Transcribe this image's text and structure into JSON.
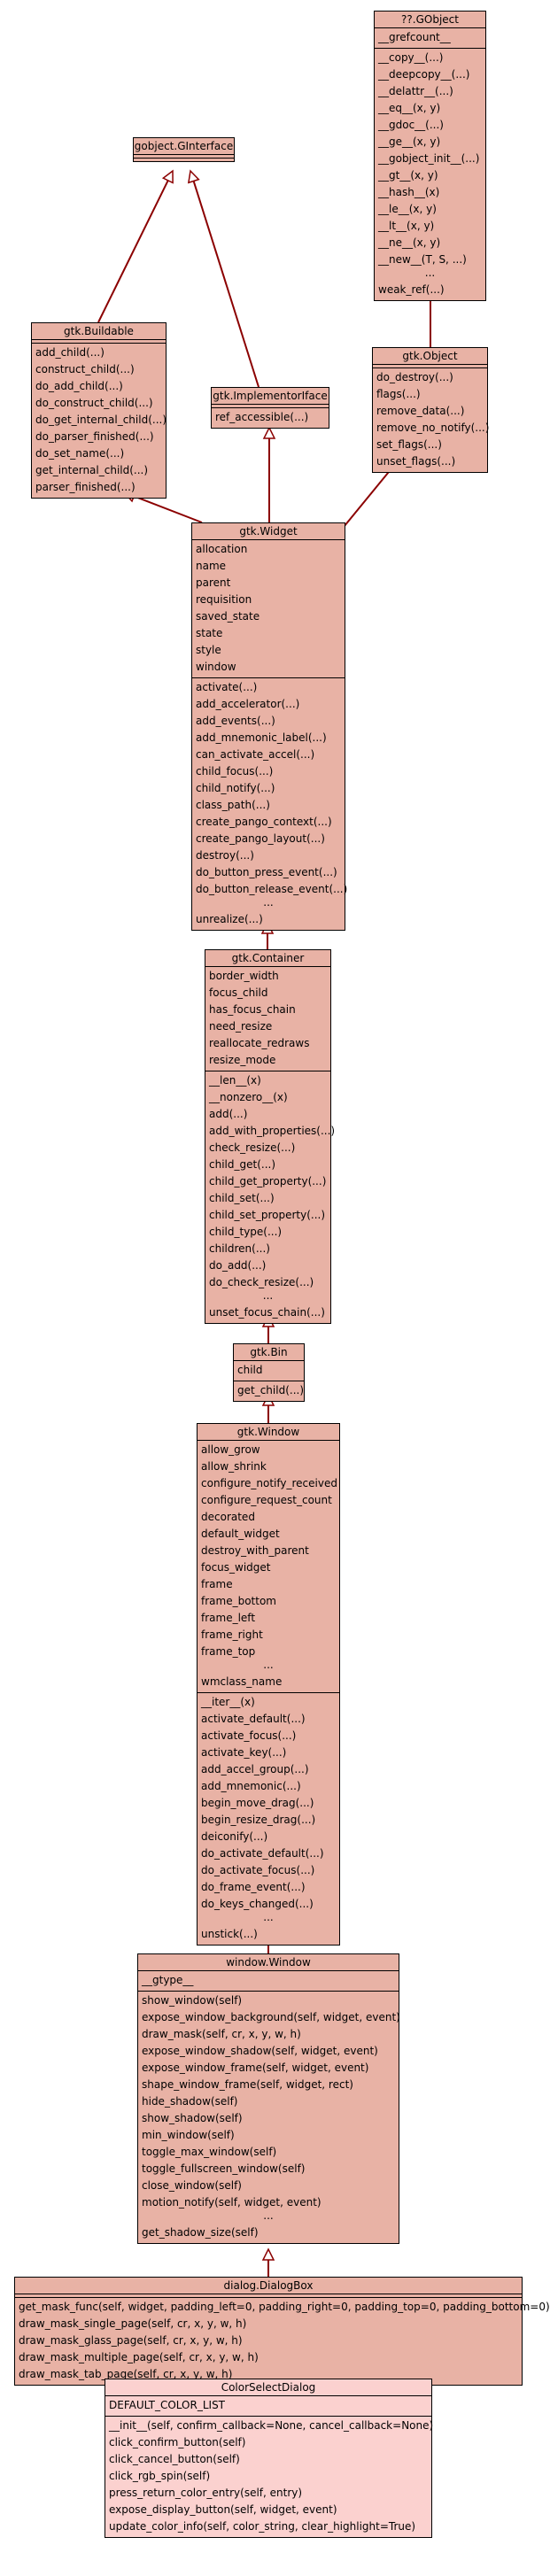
{
  "nodes": [
    {
      "id": "gobject_ginterface",
      "title": "gobject.GInterface",
      "attrs": [],
      "methods": [],
      "dots": false
    },
    {
      "id": "gobject",
      "title": "??.GObject",
      "attrs": [
        "__grefcount__"
      ],
      "methods": [
        "__copy__(...)",
        "__deepcopy__(...)",
        "__delattr__(...)",
        "__eq__(x, y)",
        "__gdoc__(...)",
        "__ge__(x, y)",
        "__gobject_init__(...)",
        "__gt__(x, y)",
        "__hash__(x)",
        "__le__(x, y)",
        "__lt__(x, y)",
        "__ne__(x, y)",
        "__new__(T, S, ...)",
        "weak_ref(...)"
      ],
      "dots": true
    },
    {
      "id": "gtk_buildable",
      "title": "gtk.Buildable",
      "attrs": [],
      "methods": [
        "add_child(...)",
        "construct_child(...)",
        "do_add_child(...)",
        "do_construct_child(...)",
        "do_get_internal_child(...)",
        "do_parser_finished(...)",
        "do_set_name(...)",
        "get_internal_child(...)",
        "parser_finished(...)"
      ],
      "dots": false
    },
    {
      "id": "gtk_implementoriface",
      "title": "gtk.ImplementorIface",
      "attrs": [],
      "methods": [
        "ref_accessible(...)"
      ],
      "dots": false
    },
    {
      "id": "gtk_object",
      "title": "gtk.Object",
      "attrs": [],
      "methods": [
        "do_destroy(...)",
        "flags(...)",
        "remove_data(...)",
        "remove_no_notify(...)",
        "set_flags(...)",
        "unset_flags(...)"
      ],
      "dots": false
    },
    {
      "id": "gtk_widget",
      "title": "gtk.Widget",
      "attrs": [
        "allocation",
        "name",
        "parent",
        "requisition",
        "saved_state",
        "state",
        "style",
        "window"
      ],
      "methods": [
        "activate(...)",
        "add_accelerator(...)",
        "add_events(...)",
        "add_mnemonic_label(...)",
        "can_activate_accel(...)",
        "child_focus(...)",
        "child_notify(...)",
        "class_path(...)",
        "create_pango_context(...)",
        "create_pango_layout(...)",
        "destroy(...)",
        "do_button_press_event(...)",
        "do_button_release_event(...)",
        "unrealize(...)"
      ],
      "dots": true
    },
    {
      "id": "gtk_container",
      "title": "gtk.Container",
      "attrs": [
        "border_width",
        "focus_child",
        "has_focus_chain",
        "need_resize",
        "reallocate_redraws",
        "resize_mode"
      ],
      "methods": [
        "__len__(x)",
        "__nonzero__(x)",
        "add(...)",
        "add_with_properties(...)",
        "check_resize(...)",
        "child_get(...)",
        "child_get_property(...)",
        "child_set(...)",
        "child_set_property(...)",
        "child_type(...)",
        "children(...)",
        "do_add(...)",
        "do_check_resize(...)",
        "unset_focus_chain(...)"
      ],
      "dots": true
    },
    {
      "id": "gtk_bin",
      "title": "gtk.Bin",
      "attrs": [
        "child"
      ],
      "methods": [
        "get_child(...)"
      ],
      "dots": false
    },
    {
      "id": "gtk_window",
      "title": "gtk.Window",
      "attrs": [
        "allow_grow",
        "allow_shrink",
        "configure_notify_received",
        "configure_request_count",
        "decorated",
        "default_widget",
        "destroy_with_parent",
        "focus_widget",
        "frame",
        "frame_bottom",
        "frame_left",
        "frame_right",
        "frame_top",
        "wmclass_name"
      ],
      "methods": [
        "__iter__(x)",
        "activate_default(...)",
        "activate_focus(...)",
        "activate_key(...)",
        "add_accel_group(...)",
        "add_mnemonic(...)",
        "begin_move_drag(...)",
        "begin_resize_drag(...)",
        "deiconify(...)",
        "do_activate_default(...)",
        "do_activate_focus(...)",
        "do_frame_event(...)",
        "do_keys_changed(...)",
        "unstick(...)"
      ],
      "dots": true,
      "attr_dots": true
    },
    {
      "id": "window_window",
      "title": "window.Window",
      "attrs": [
        "__gtype__"
      ],
      "methods": [
        "show_window(self)",
        "expose_window_background(self, widget, event)",
        "draw_mask(self, cr, x, y, w, h)",
        "expose_window_shadow(self, widget, event)",
        "expose_window_frame(self, widget, event)",
        "shape_window_frame(self, widget, rect)",
        "hide_shadow(self)",
        "show_shadow(self)",
        "min_window(self)",
        "toggle_max_window(self)",
        "toggle_fullscreen_window(self)",
        "close_window(self)",
        "motion_notify(self, widget, event)",
        "get_shadow_size(self)"
      ],
      "dots": true
    },
    {
      "id": "dialog_dialogbox",
      "title": "dialog.DialogBox",
      "attrs": [],
      "methods": [
        "get_mask_func(self, widget, padding_left=0, padding_right=0, padding_top=0, padding_bottom=0)",
        "draw_mask_single_page(self, cr, x, y, w, h)",
        "draw_mask_glass_page(self, cr, x, y, w, h)",
        "draw_mask_multiple_page(self, cr, x, y, w, h)",
        "draw_mask_tab_page(self, cr, x, y, w, h)"
      ],
      "dots": false
    },
    {
      "id": "colorselectdialog",
      "title": "ColorSelectDialog",
      "attrs": [
        "DEFAULT_COLOR_LIST"
      ],
      "methods": [
        "__init__(self, confirm_callback=None, cancel_callback=None)",
        "click_confirm_button(self)",
        "click_cancel_button(self)",
        "click_rgb_spin(self)",
        "press_return_color_entry(self, entry)",
        "expose_display_button(self, widget, event)",
        "update_color_info(self, color_string, clear_highlight=True)"
      ],
      "dots": false,
      "highlight": true
    }
  ],
  "dots_glyph": "...",
  "colors": {
    "node_fill": "#e8b2a5",
    "highlight_fill": "#fbd1cf",
    "edge": "#8b0000",
    "border": "#000000"
  }
}
